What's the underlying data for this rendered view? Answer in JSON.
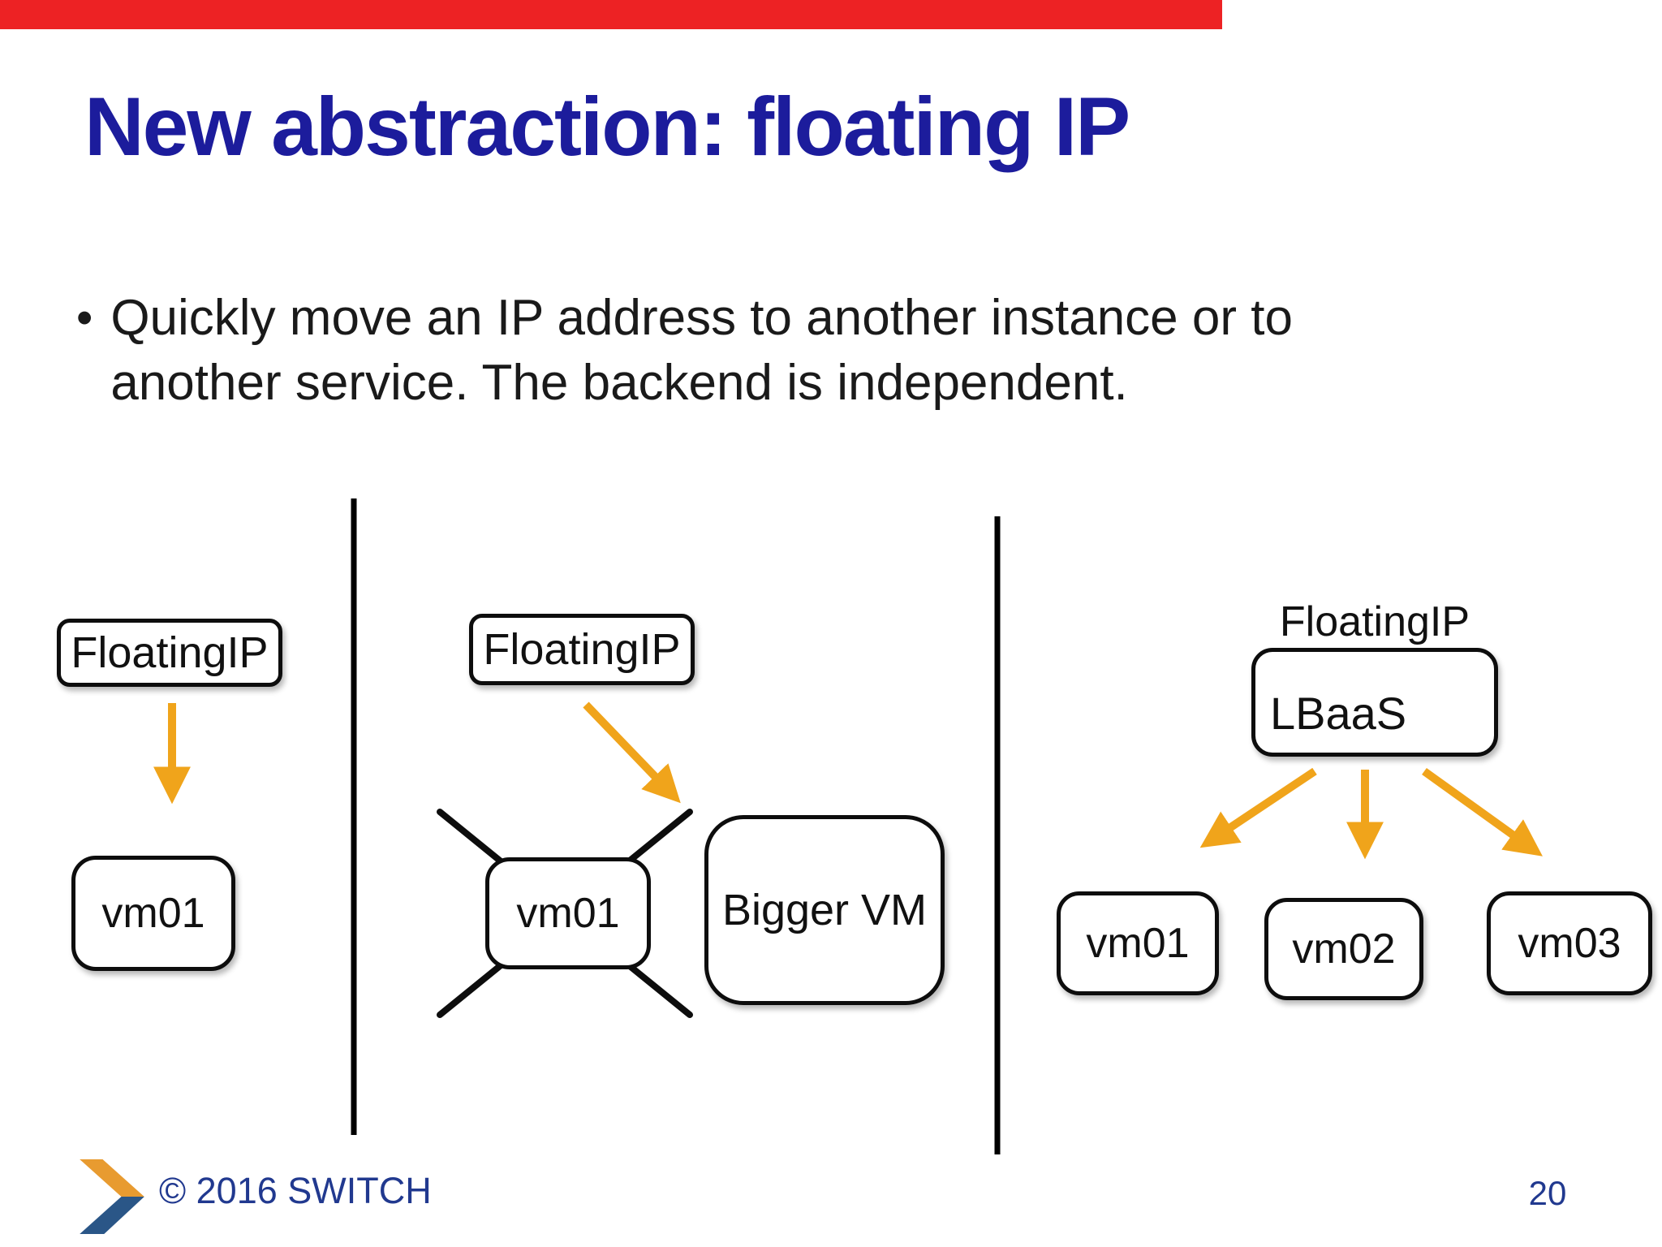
{
  "slide": {
    "title": "New abstraction: floating IP",
    "bullet_glyph": "•",
    "bullet_lines": [
      "Quickly move an IP address to another instance or to",
      "another service. The backend is independent."
    ]
  },
  "panels": {
    "left": {
      "floating_ip_label": "FloatingIP",
      "vm_label": "vm01"
    },
    "middle": {
      "floating_ip_label": "FloatingIP",
      "old_vm_label": "vm01",
      "new_vm_label": "Bigger VM"
    },
    "right": {
      "floating_ip_label": "FloatingIP",
      "lb_label": "LBaaS",
      "vm_labels": [
        "vm01",
        "vm02",
        "vm03"
      ]
    }
  },
  "footer": {
    "copyright": "© 2016 SWITCH",
    "page_number": "20",
    "logo": "switch-chevron-logo"
  },
  "colors": {
    "progress_red": "#ED2224",
    "title_blue": "#1C1C9C",
    "accent_orange": "#F0A41B",
    "footer_blue": "#21398F",
    "logo_orange": "#E89B30",
    "logo_blue": "#2A5687"
  }
}
